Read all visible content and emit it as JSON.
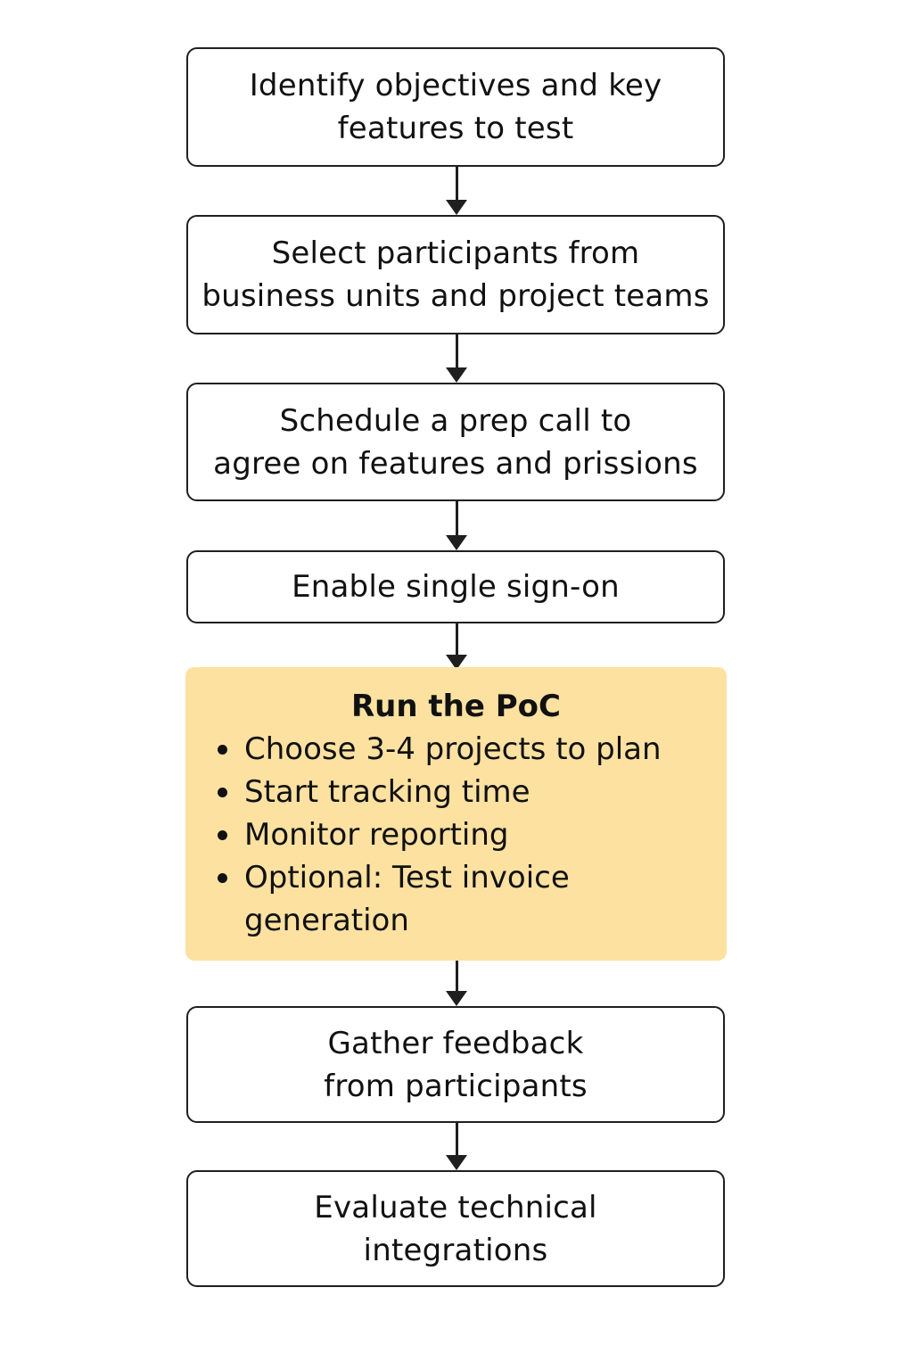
{
  "steps": [
    {
      "lines": [
        "Identify objectives and key",
        "features to test"
      ]
    },
    {
      "lines": [
        "Select participants from",
        "business units and project teams"
      ]
    },
    {
      "lines": [
        "Schedule a prep call to",
        "agree on features and prissions"
      ]
    },
    {
      "lines": [
        "Enable single sign-on"
      ]
    },
    {
      "lines": [
        "Gather feedback",
        "from participants"
      ]
    },
    {
      "lines": [
        "Evaluate technical",
        "integrations"
      ]
    }
  ],
  "poc": {
    "title": "Run the PoC",
    "bullets": [
      "Choose 3-4 projects to plan",
      "Start tracking time",
      "Monitor reporting",
      "Optional: Test invoice generation"
    ],
    "background_color": "#fde1a1"
  },
  "colors": {
    "box_border": "#1f1f1f",
    "arrow": "#1f1f1f",
    "text": "#111111"
  }
}
